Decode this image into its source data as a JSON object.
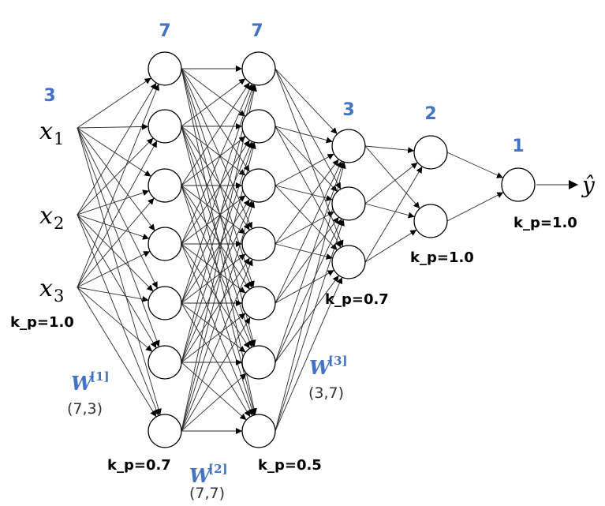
{
  "layers": {
    "input": {
      "count": "3",
      "vars": [
        "x",
        "x",
        "x"
      ],
      "subs": [
        "1",
        "2",
        "3"
      ],
      "keep_prob": "k_p=1.0"
    },
    "hidden1": {
      "count": "7",
      "keep_prob": "k_p=0.7"
    },
    "hidden2": {
      "count": "7",
      "keep_prob": "k_p=0.5"
    },
    "hidden3": {
      "count": "3",
      "keep_prob": "k_p=0.7"
    },
    "hidden4": {
      "count": "2",
      "keep_prob": "k_p=1.0"
    },
    "output": {
      "count": "1",
      "keep_prob": "k_p=1.0",
      "label": "ŷ"
    }
  },
  "weights": [
    {
      "symbol": "W",
      "sup": "[1]",
      "dims": "(7,3)"
    },
    {
      "symbol": "W",
      "sup": "[2]",
      "dims": "(7,7)"
    },
    {
      "symbol": "W",
      "sup": "[3]",
      "dims": "(3,7)"
    }
  ],
  "colors": {
    "accent": "#4472C4",
    "edge": "#2b2b2b",
    "node_stroke": "#000000"
  }
}
